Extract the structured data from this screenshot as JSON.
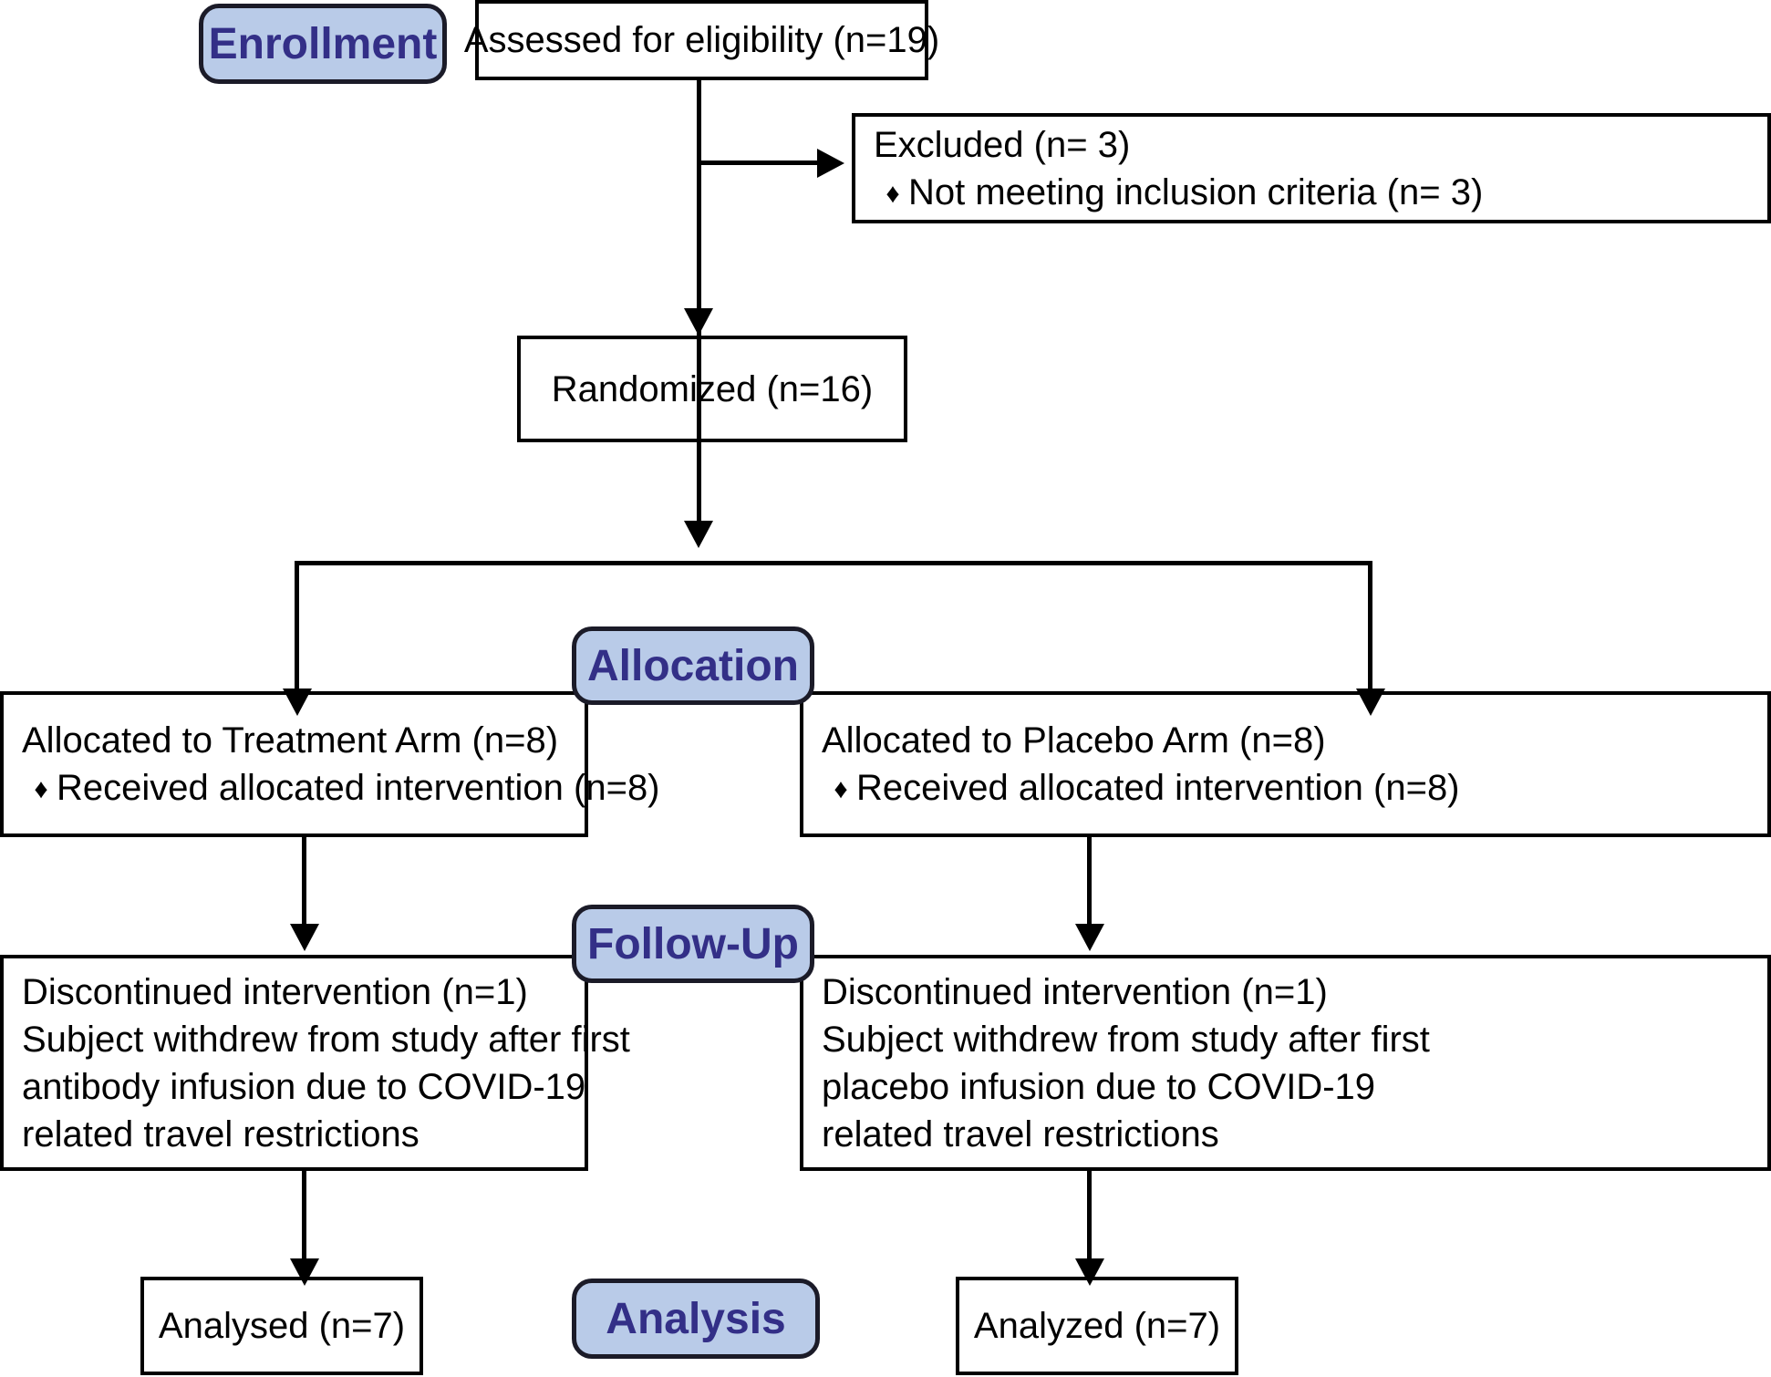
{
  "diagram": {
    "type": "consort-flow-diagram",
    "title": "CONSORT participant flow diagram",
    "accent_badge_fill": "#b9cbe8",
    "accent_badge_text": "#332f87",
    "box_border": "#000000",
    "stages": [
      {
        "id": "enrollment",
        "label": "Enrollment"
      },
      {
        "id": "allocation",
        "label": "Allocation"
      },
      {
        "id": "followup",
        "label": "Follow-Up"
      },
      {
        "id": "analysis",
        "label": "Analysis"
      }
    ],
    "nodes": {
      "assessed": {
        "text": "Assessed for eligibility (n=19)"
      },
      "excluded": {
        "heading": "Excluded (n= 3)",
        "bullet_glyph": "♦",
        "bullets": [
          "Not meeting inclusion criteria (n= 3)"
        ]
      },
      "randomized": {
        "text": "Randomized (n=16)"
      },
      "allocated_treatment": {
        "heading": "Allocated to Treatment Arm (n=8)",
        "bullet_glyph": "♦",
        "bullets": [
          "Received allocated intervention (n=8)"
        ]
      },
      "allocated_placebo": {
        "heading": "Allocated to Placebo Arm (n=8)",
        "bullet_glyph": "♦",
        "bullets": [
          "Received allocated intervention (n=8)"
        ]
      },
      "followup_treatment": {
        "heading": "Discontinued intervention (n=1)",
        "lines": [
          "Subject withdrew from study after first",
          "antibody infusion due to COVID-19",
          "related travel restrictions"
        ]
      },
      "followup_placebo": {
        "heading": "Discontinued intervention (n=1)",
        "lines": [
          "Subject withdrew from study after first",
          "placebo infusion due to COVID-19",
          "related travel restrictions"
        ]
      },
      "analysed_treatment": {
        "text": "Analysed (n=7)"
      },
      "analysed_placebo": {
        "text": "Analyzed (n=7)"
      }
    }
  }
}
